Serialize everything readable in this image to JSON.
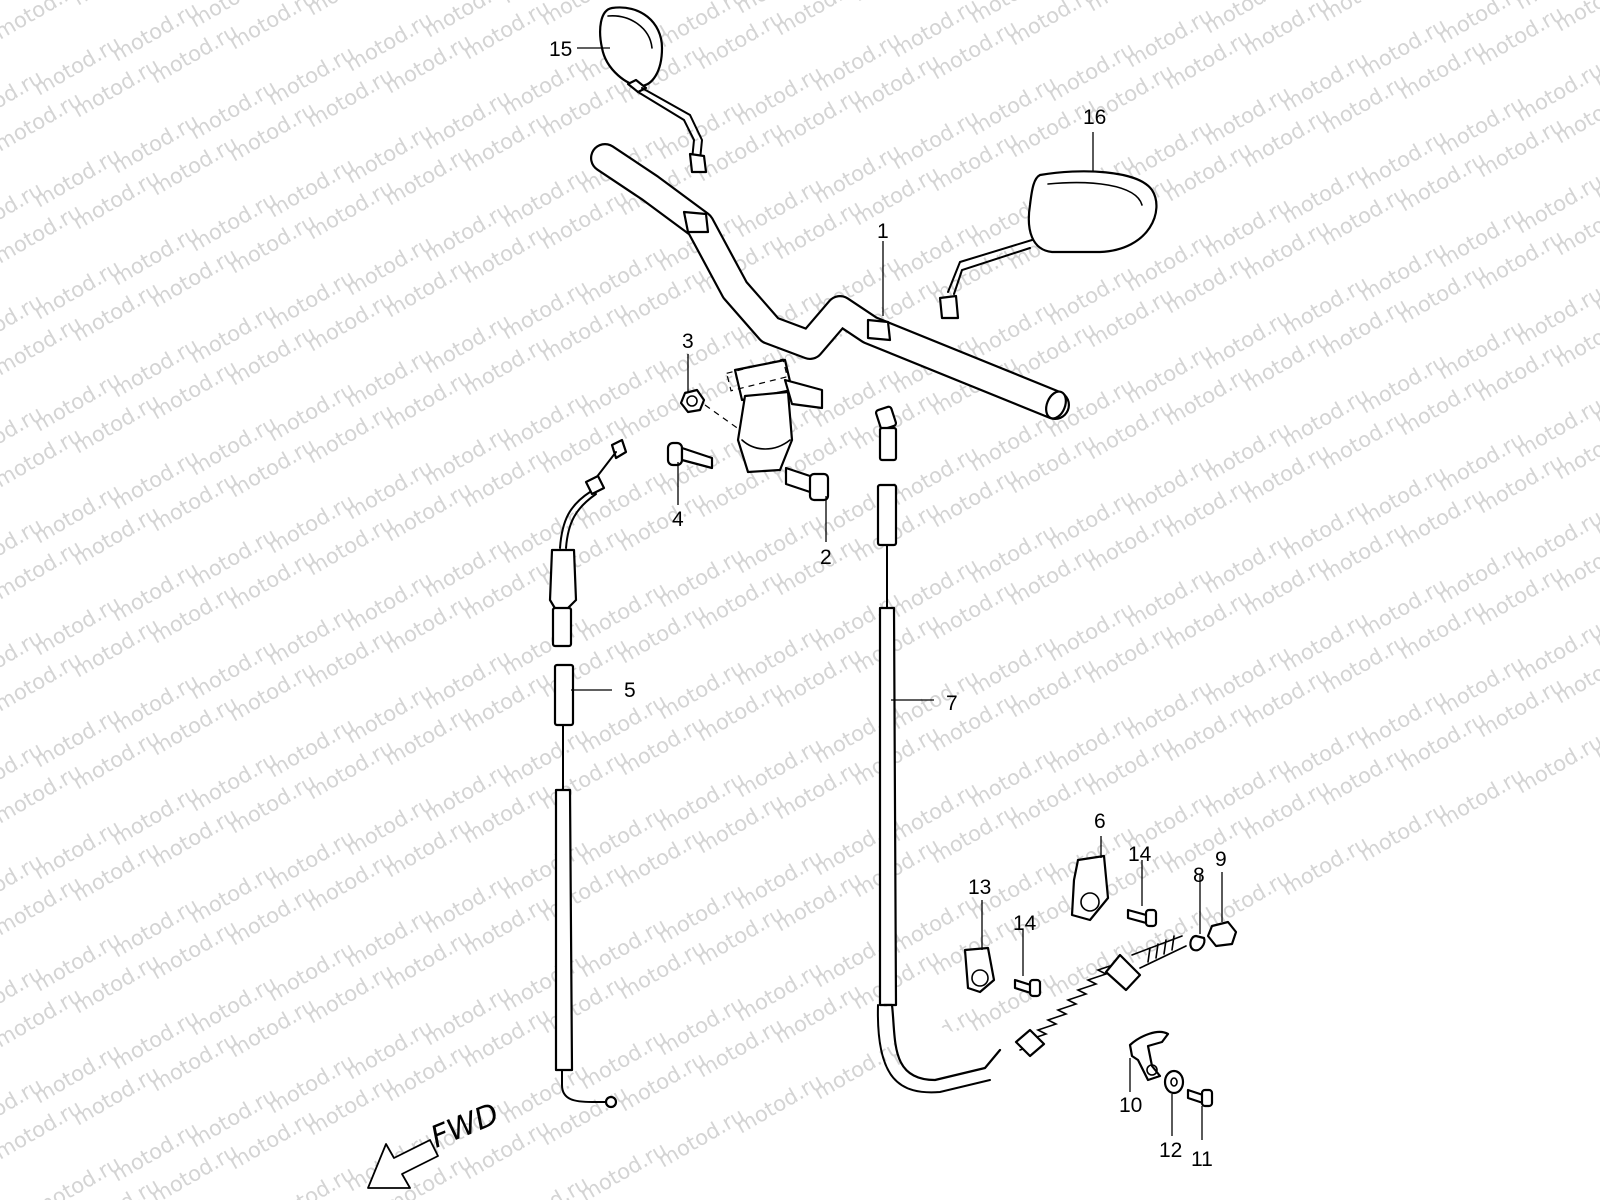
{
  "watermark": {
    "text": "motod.ru"
  },
  "callouts": [
    {
      "id": "c1",
      "label": "1"
    },
    {
      "id": "c2",
      "label": "2"
    },
    {
      "id": "c3",
      "label": "3"
    },
    {
      "id": "c4",
      "label": "4"
    },
    {
      "id": "c5",
      "label": "5"
    },
    {
      "id": "c6",
      "label": "6"
    },
    {
      "id": "c7",
      "label": "7"
    },
    {
      "id": "c8",
      "label": "8"
    },
    {
      "id": "c9",
      "label": "9"
    },
    {
      "id": "c10",
      "label": "10"
    },
    {
      "id": "c11",
      "label": "11"
    },
    {
      "id": "c12",
      "label": "12"
    },
    {
      "id": "c13",
      "label": "13"
    },
    {
      "id": "c14a",
      "label": "14"
    },
    {
      "id": "c14b",
      "label": "14"
    },
    {
      "id": "c15",
      "label": "15"
    },
    {
      "id": "c16",
      "label": "16"
    }
  ],
  "direction_indicator": {
    "label": "FWD"
  },
  "colors": {
    "line": "#000000",
    "background": "#ffffff",
    "watermark": "#d4d4d4"
  }
}
